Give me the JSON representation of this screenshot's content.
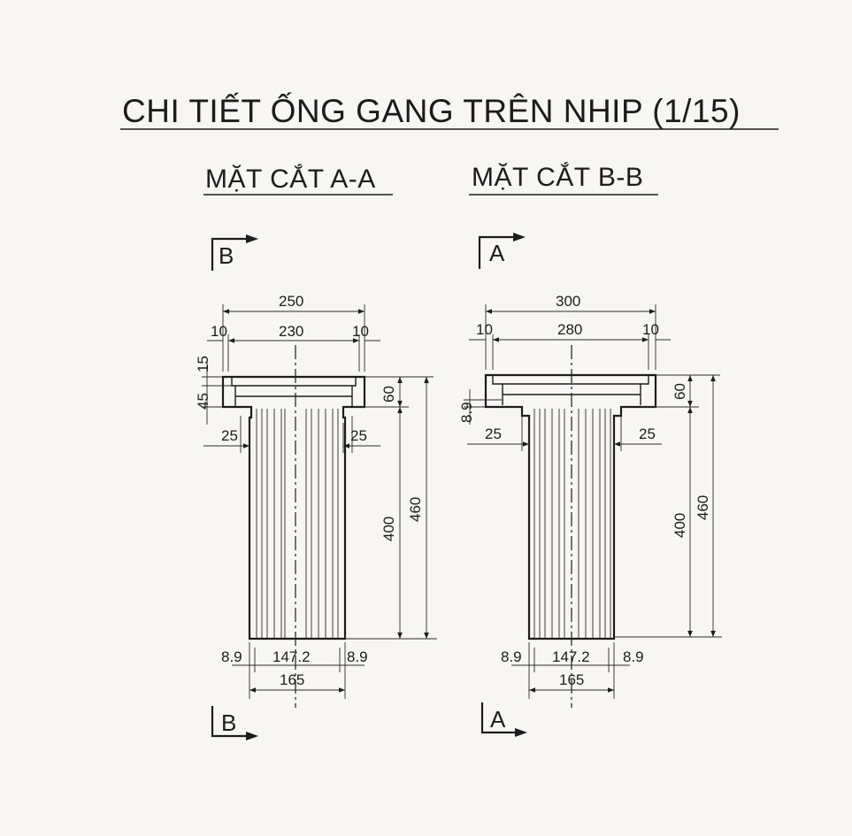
{
  "title": "CHI TIẾT ỐNG GANG TRÊN NHIP (1/15)",
  "views": [
    {
      "heading": "MẶT CẮT A-A",
      "marker_top": "B",
      "marker_bottom": "B",
      "dims": {
        "overall_width": "250",
        "inner_width": "230",
        "left_edge": "10",
        "right_edge": "10",
        "flange_top": "15",
        "flange_side": "45",
        "flange_height": "60",
        "left_step": "25",
        "right_step": "25",
        "body_height": "400",
        "total_height": "460",
        "bottom_left": "8.9",
        "bottom_mid": "147.2",
        "bottom_right": "8.9",
        "bottom_width": "165"
      }
    },
    {
      "heading": "MẶT CẮT B-B",
      "marker_top": "A",
      "marker_bottom": "A",
      "dims": {
        "overall_width": "300",
        "inner_width": "280",
        "left_edge": "10",
        "right_edge": "10",
        "flange_side": "8.9",
        "flange_height": "60",
        "left_step": "25",
        "right_step": "25",
        "body_height": "400",
        "total_height": "460",
        "bottom_left": "8.9",
        "bottom_mid": "147.2",
        "bottom_right": "8.9",
        "bottom_width": "165"
      }
    }
  ]
}
